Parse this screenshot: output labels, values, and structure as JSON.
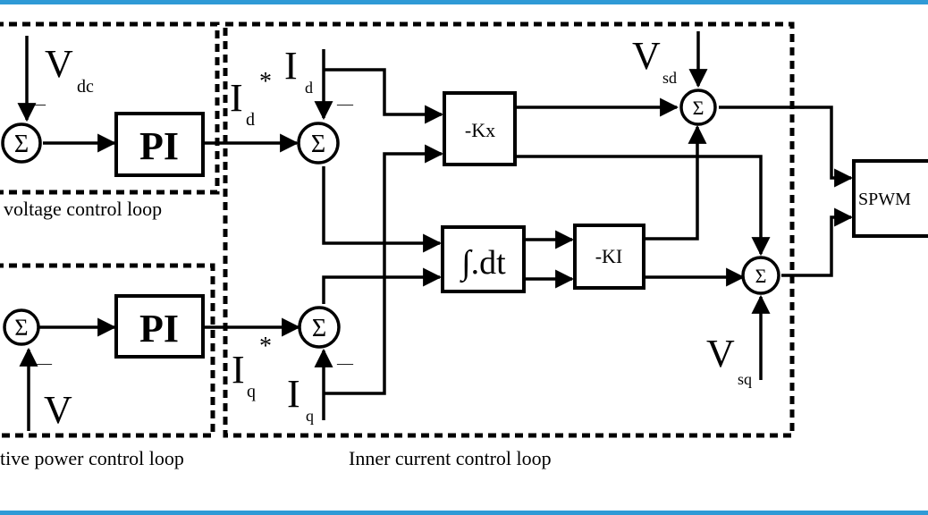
{
  "colors": {
    "frame_bar": "#2f9ad6",
    "ink": "#000000",
    "background": "#ffffff"
  },
  "loops": {
    "voltage": "voltage control loop",
    "reactive": "tive power control loop",
    "inner": "Inner current control loop"
  },
  "blocks": {
    "pi_top": "PI",
    "pi_bottom": "PI",
    "kx": "-Kx",
    "integrator": "∫.dt",
    "ki": "-KI",
    "spwm": "SPWM"
  },
  "sum_symbol": "Σ",
  "minus_sign": "—",
  "signals": {
    "vdc": {
      "main": "V",
      "sub": "dc"
    },
    "v_bottom": {
      "main": "V"
    },
    "id_ref": {
      "main": "I",
      "sub": "d",
      "sup": "*"
    },
    "iq_ref": {
      "main": "I",
      "sub": "q",
      "sup": "*"
    },
    "id_meas": {
      "main": "I",
      "sub": "d"
    },
    "iq_meas": {
      "main": "I",
      "sub": "q"
    },
    "vsd": {
      "main": "V",
      "sub": "sd"
    },
    "vsq": {
      "main": "V",
      "sub": "sq"
    }
  }
}
